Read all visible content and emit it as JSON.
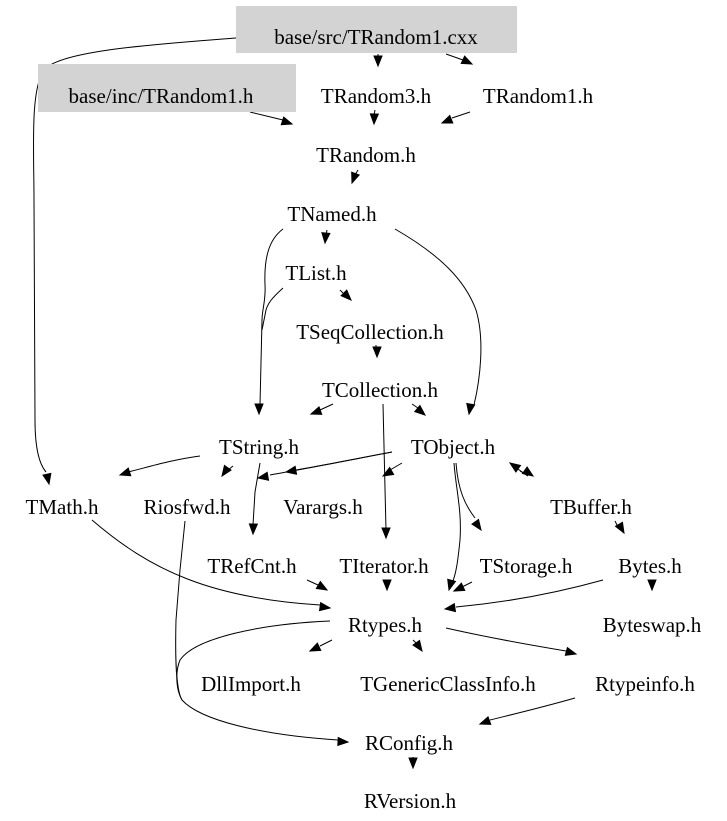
{
  "diagram": {
    "type": "include-dependency-graph",
    "highlight_color": "#d3d3d3",
    "nodes": [
      {
        "id": "trandom1_cxx",
        "label": "base/src/TRandom1.cxx",
        "highlighted": true
      },
      {
        "id": "inc_trandom1_h",
        "label": "base/inc/TRandom1.h",
        "highlighted": true
      },
      {
        "id": "trandom3_h",
        "label": "TRandom3.h",
        "highlighted": false
      },
      {
        "id": "trandom1_h",
        "label": "TRandom1.h",
        "highlighted": false
      },
      {
        "id": "trandom_h",
        "label": "TRandom.h",
        "highlighted": false
      },
      {
        "id": "tnamed_h",
        "label": "TNamed.h",
        "highlighted": false
      },
      {
        "id": "tlist_h",
        "label": "TList.h",
        "highlighted": false
      },
      {
        "id": "tseqcollection_h",
        "label": "TSeqCollection.h",
        "highlighted": false
      },
      {
        "id": "tcollection_h",
        "label": "TCollection.h",
        "highlighted": false
      },
      {
        "id": "tstring_h",
        "label": "TString.h",
        "highlighted": false
      },
      {
        "id": "tobject_h",
        "label": "TObject.h",
        "highlighted": false
      },
      {
        "id": "tmath_h",
        "label": "TMath.h",
        "highlighted": false
      },
      {
        "id": "riosfwd_h",
        "label": "Riosfwd.h",
        "highlighted": false
      },
      {
        "id": "varargs_h",
        "label": "Varargs.h",
        "highlighted": false
      },
      {
        "id": "tbuffer_h",
        "label": "TBuffer.h",
        "highlighted": false
      },
      {
        "id": "trefcnt_h",
        "label": "TRefCnt.h",
        "highlighted": false
      },
      {
        "id": "titerator_h",
        "label": "TIterator.h",
        "highlighted": false
      },
      {
        "id": "tstorage_h",
        "label": "TStorage.h",
        "highlighted": false
      },
      {
        "id": "bytes_h",
        "label": "Bytes.h",
        "highlighted": false
      },
      {
        "id": "rtypes_h",
        "label": "Rtypes.h",
        "highlighted": false
      },
      {
        "id": "byteswap_h",
        "label": "Byteswap.h",
        "highlighted": false
      },
      {
        "id": "dllimport_h",
        "label": "DllImport.h",
        "highlighted": false
      },
      {
        "id": "tgenericclassinfo_h",
        "label": "TGenericClassInfo.h",
        "highlighted": false
      },
      {
        "id": "rtypeinfo_h",
        "label": "Rtypeinfo.h",
        "highlighted": false
      },
      {
        "id": "rconfig_h",
        "label": "RConfig.h",
        "highlighted": false
      },
      {
        "id": "rversion_h",
        "label": "RVersion.h",
        "highlighted": false
      }
    ],
    "edges": [
      {
        "from": "trandom1_cxx",
        "to": "trandom3_h"
      },
      {
        "from": "trandom1_cxx",
        "to": "trandom1_h"
      },
      {
        "from": "trandom1_cxx",
        "to": "tmath_h"
      },
      {
        "from": "inc_trandom1_h",
        "to": "trandom_h"
      },
      {
        "from": "trandom3_h",
        "to": "trandom_h"
      },
      {
        "from": "trandom1_h",
        "to": "trandom_h"
      },
      {
        "from": "trandom_h",
        "to": "tnamed_h"
      },
      {
        "from": "tnamed_h",
        "to": "tlist_h"
      },
      {
        "from": "tnamed_h",
        "to": "tstring_h"
      },
      {
        "from": "tnamed_h",
        "to": "tobject_h"
      },
      {
        "from": "tlist_h",
        "to": "tseqcollection_h"
      },
      {
        "from": "tlist_h",
        "to": "tstring_h"
      },
      {
        "from": "tseqcollection_h",
        "to": "tcollection_h"
      },
      {
        "from": "tcollection_h",
        "to": "tstring_h"
      },
      {
        "from": "tcollection_h",
        "to": "tobject_h"
      },
      {
        "from": "tcollection_h",
        "to": "titerator_h"
      },
      {
        "from": "tstring_h",
        "to": "tmath_h"
      },
      {
        "from": "tstring_h",
        "to": "riosfwd_h"
      },
      {
        "from": "tstring_h",
        "to": "trefcnt_h"
      },
      {
        "from": "tobject_h",
        "to": "riosfwd_h"
      },
      {
        "from": "tobject_h",
        "to": "varargs_h"
      },
      {
        "from": "tobject_h",
        "to": "titerator_h"
      },
      {
        "from": "tobject_h",
        "to": "tbuffer_h"
      },
      {
        "from": "tbuffer_h",
        "to": "tobject_h"
      },
      {
        "from": "tobject_h",
        "to": "tstorage_h"
      },
      {
        "from": "tobject_h",
        "to": "rtypes_h"
      },
      {
        "from": "tbuffer_h",
        "to": "bytes_h"
      },
      {
        "from": "tmath_h",
        "to": "rtypes_h"
      },
      {
        "from": "riosfwd_h",
        "to": "rconfig_h"
      },
      {
        "from": "trefcnt_h",
        "to": "rtypes_h"
      },
      {
        "from": "titerator_h",
        "to": "rtypes_h"
      },
      {
        "from": "tstorage_h",
        "to": "rtypes_h"
      },
      {
        "from": "bytes_h",
        "to": "rtypes_h"
      },
      {
        "from": "bytes_h",
        "to": "byteswap_h"
      },
      {
        "from": "rtypes_h",
        "to": "dllimport_h"
      },
      {
        "from": "rtypes_h",
        "to": "tgenericclassinfo_h"
      },
      {
        "from": "rtypes_h",
        "to": "rtypeinfo_h"
      },
      {
        "from": "rtypes_h",
        "to": "rconfig_h"
      },
      {
        "from": "rtypeinfo_h",
        "to": "rconfig_h"
      },
      {
        "from": "rconfig_h",
        "to": "rversion_h"
      }
    ]
  }
}
